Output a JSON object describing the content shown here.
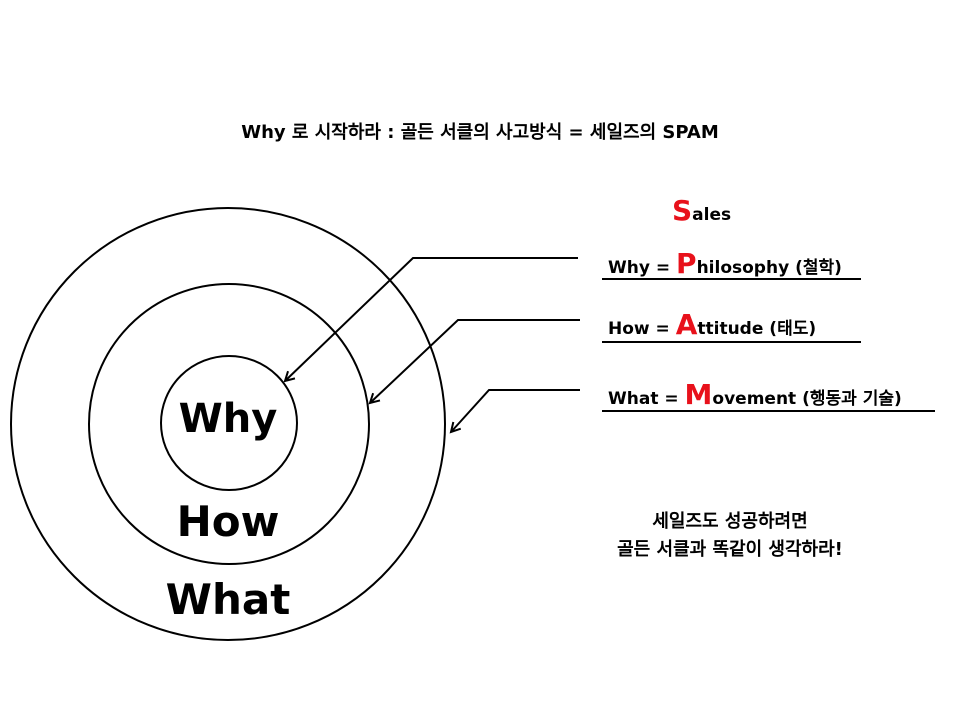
{
  "title": "Why 로 시작하라 : 골든 서클의 사고방식 = 세일즈의 SPAM",
  "circles": {
    "inner": "Why",
    "middle": "How",
    "outer": "What"
  },
  "spam": {
    "sales": {
      "letter": "S",
      "rest": "ales"
    },
    "rows": [
      {
        "prefix": "Why = ",
        "letter": "P",
        "rest": "hilosophy (철학)"
      },
      {
        "prefix": "How = ",
        "letter": "A",
        "rest": "ttitude (태도)"
      },
      {
        "prefix": "What = ",
        "letter": "M",
        "rest": "ovement (행동과 기술)"
      }
    ]
  },
  "note": {
    "line1": "세일즈도 성공하려면",
    "line2": "골든 서클과 똑같이 생각하라!"
  },
  "colors": {
    "highlight": "#e8111b",
    "line": "#000000"
  }
}
